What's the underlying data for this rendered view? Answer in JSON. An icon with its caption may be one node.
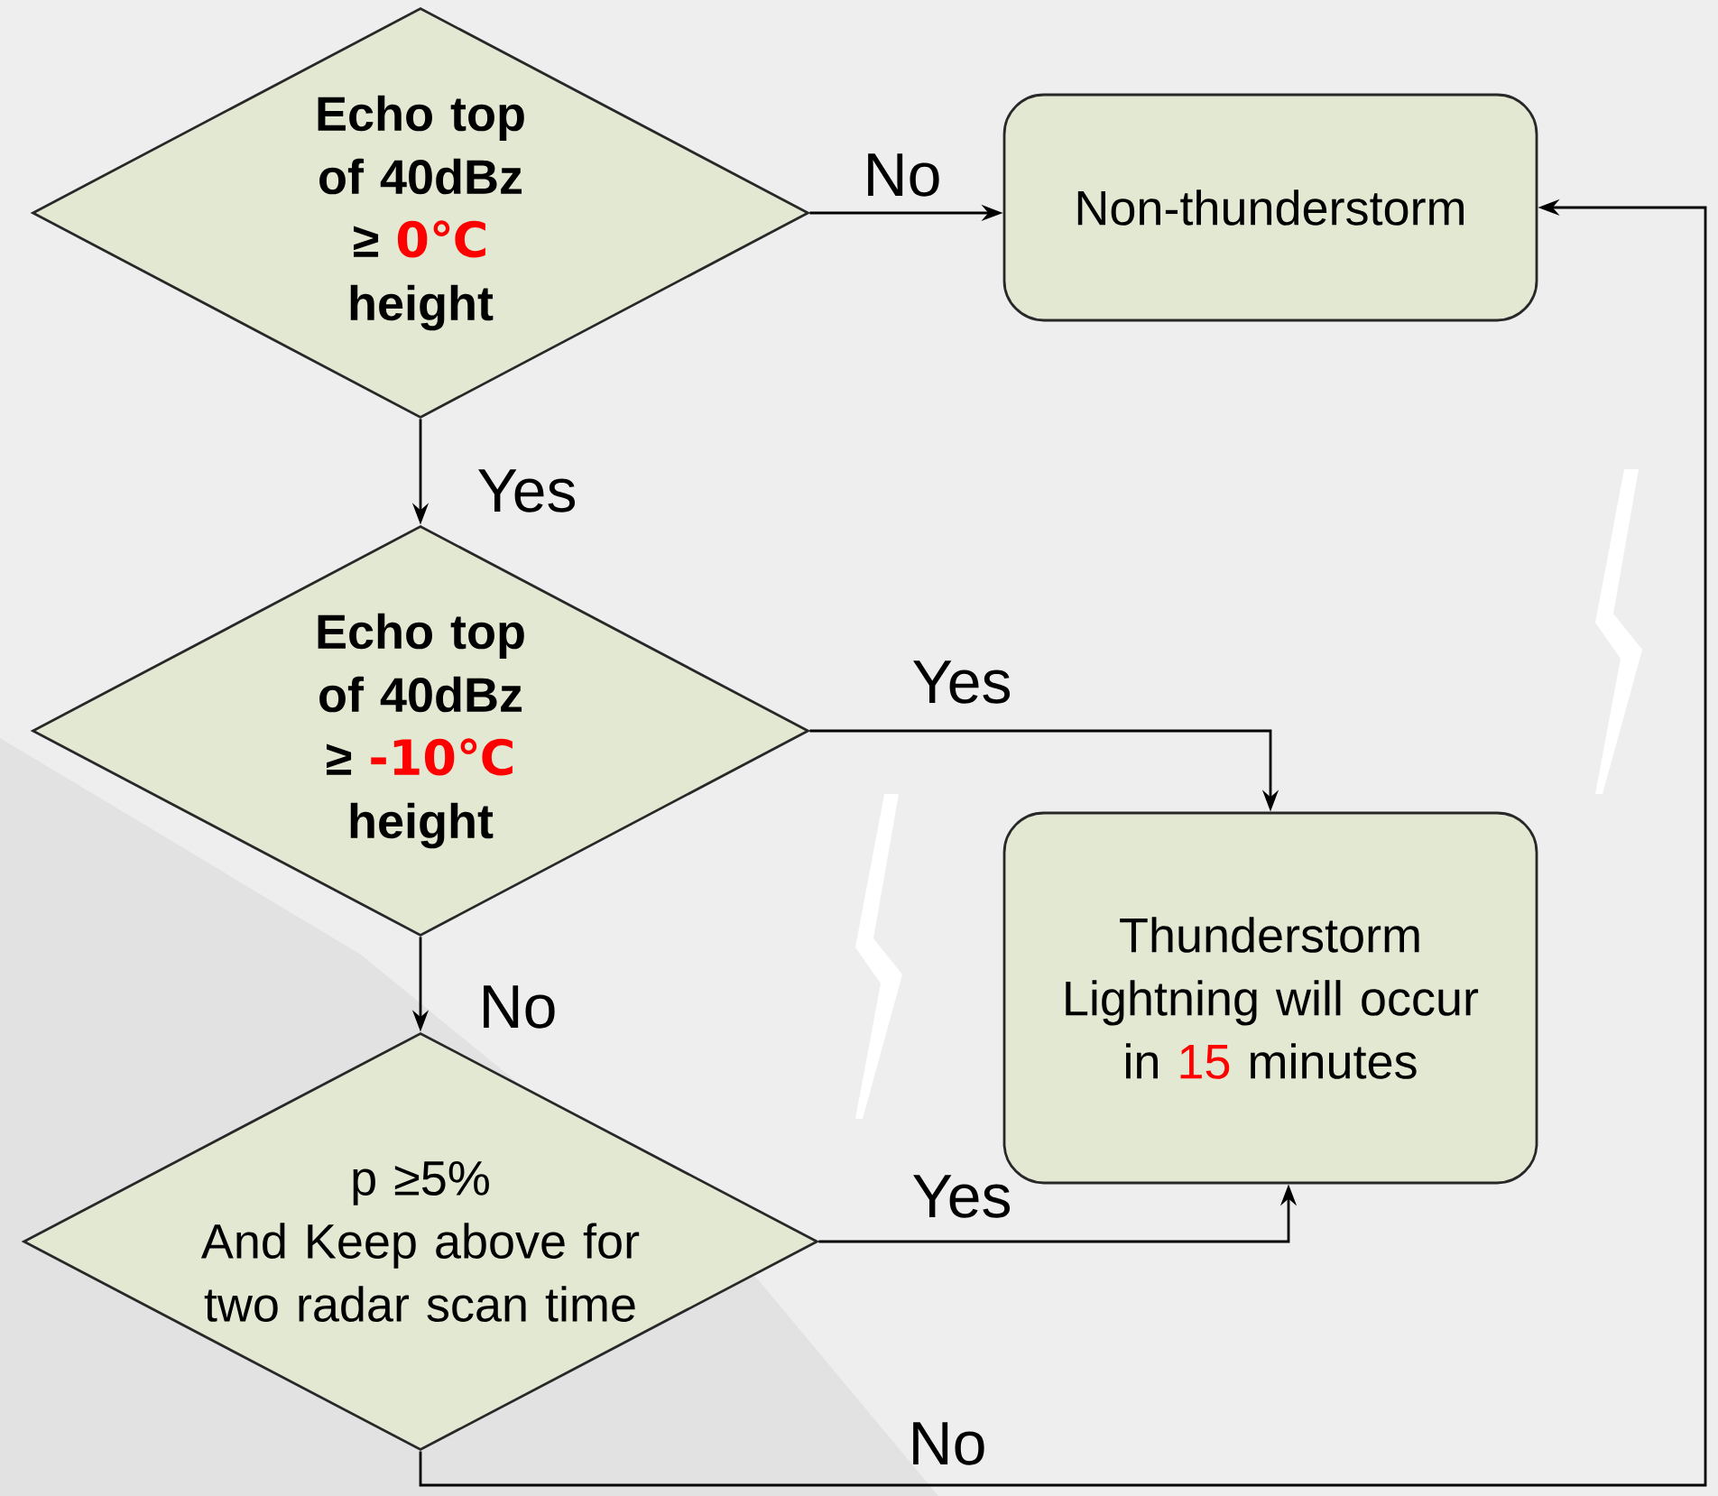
{
  "diagram": {
    "nodes": [
      {
        "text": [
          "Echo top of 40dBz ≥",
          "0℃",
          "height"
        ]
      },
      {
        "text": [
          "Non-thunderstorm"
        ]
      },
      {
        "text": [
          "Echo top of 40dBz ≥",
          "-10℃",
          "height"
        ]
      },
      {
        "text": [
          "Thunderstorm",
          "Lightning will occur in",
          "15",
          "minutes"
        ]
      },
      {
        "text": [
          "p ≥5%",
          "And Keep above for two radar scan time"
        ]
      }
    ],
    "edges": [
      {
        "from": 0,
        "to": 1,
        "arrow": "to",
        "label": "No"
      },
      {
        "from": 0,
        "to": 2,
        "arrow": "to",
        "label": "Yes"
      },
      {
        "from": 2,
        "to": 3,
        "arrow": "to",
        "label": "Yes"
      },
      {
        "from": 2,
        "to": 4,
        "arrow": "to",
        "label": "No"
      },
      {
        "from": 4,
        "to": 3,
        "arrow": "to",
        "label": "Yes"
      },
      {
        "from": 4,
        "to": 1,
        "arrow": "to",
        "label": "No"
      }
    ]
  }
}
